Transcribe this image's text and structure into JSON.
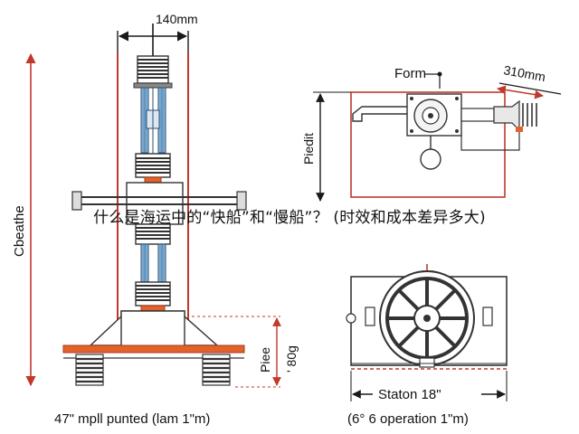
{
  "labels": {
    "top_width": "140mm",
    "left_height": "Cbeathe",
    "form": "Form",
    "right_dim": "310mm",
    "piedit": "Piedit",
    "piee_line1": "Piee",
    "piee_line2": "' 80g",
    "station": "Staton 18\"",
    "left_caption": "47\" mpll punted (lam 1\"m)",
    "right_caption": "(6° 6 operation 1\"m)"
  },
  "question": "什么是海运中的“快船”和“慢船”？ (时效和成本差异多大)",
  "colors": {
    "frame_red": "#c0392b",
    "tube_blue": "#6b9fc7",
    "spring_dark": "#3a3a3a",
    "base_orange": "#e0632c",
    "line": "#1a1a1a"
  }
}
